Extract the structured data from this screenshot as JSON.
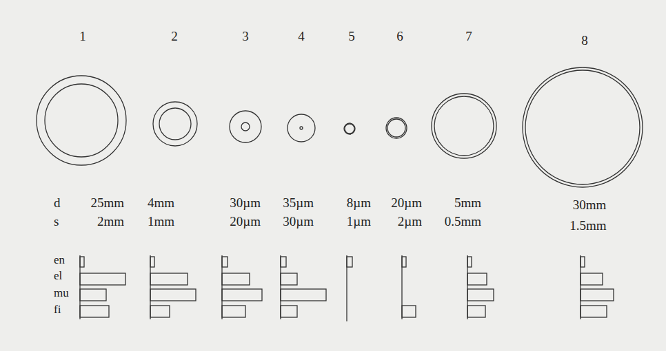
{
  "diagram": {
    "labels": [
      "1",
      "2",
      "3",
      "4",
      "5",
      "6",
      "7",
      "8",
      "d",
      "s",
      "25mm",
      "2mm",
      "4mm",
      "1mm",
      "30µm",
      "20µm",
      "35µm",
      "30µm",
      "8µm",
      "1µm",
      "20µm",
      "2µm",
      "5mm",
      "0.5mm",
      "30mm",
      "1.5mm",
      "en",
      "el",
      "mu",
      "fi"
    ]
  }
}
